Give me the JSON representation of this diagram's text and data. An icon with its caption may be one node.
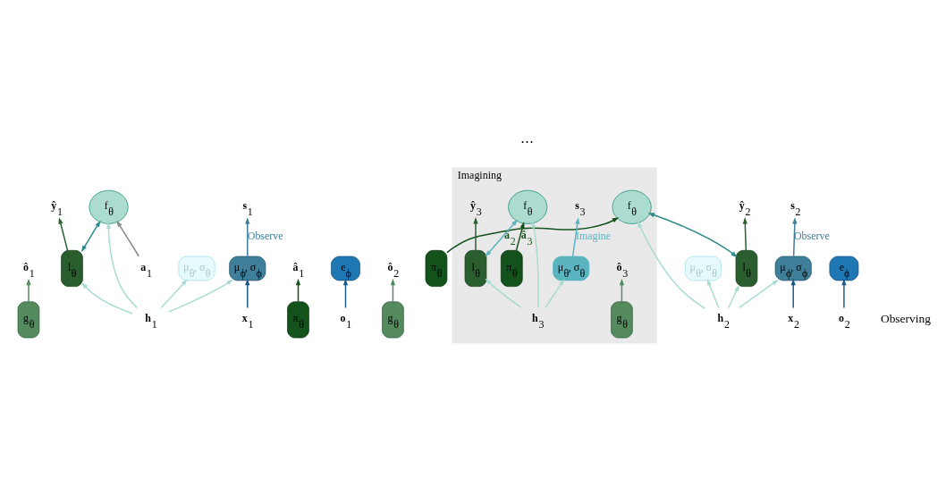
{
  "diagram": {
    "nodes": [
      {
        "text": [
          "g$_{θ}$"
        ]
      },
      {
        "text": [
          "l$_{θ}$"
        ]
      },
      {
        "text": [
          "π$_{θ}$"
        ]
      },
      {
        "text": [
          "**ô**$_{1}$"
        ]
      },
      {
        "text": [
          "**ŷ**$_{1}$"
        ]
      },
      {
        "text": [
          "**â**$_{1}$"
        ]
      },
      {
        "text": [
          "**h**$_{1}$"
        ]
      },
      {
        "text": [
          "μ$_{θ}$, σ$_{θ}$"
        ]
      },
      {
        "text": [
          "μ$_{ϕ}$, σ$_{ϕ}$"
        ]
      },
      {
        "text": [
          "**s**$_{1}$"
        ]
      },
      {
        "text": [
          "**x**$_{1}$"
        ]
      },
      {
        "text": [
          "e$_{ϕ}$"
        ]
      },
      {
        "text": [
          "**o**$_{1}$"
        ]
      },
      {
        "text": [
          "f$_{θ}$"
        ]
      },
      {
        "text": [
          "**a**$_{1}$"
        ]
      },
      {
        "text": [
          "g$_{θ}$"
        ]
      },
      {
        "text": [
          "l$_{θ}$"
        ]
      },
      {
        "text": [
          "π$_{θ}$"
        ]
      },
      {
        "text": [
          "**ô**$_{2}$"
        ]
      },
      {
        "text": [
          "**ŷ**$_{2}$"
        ]
      },
      {
        "text": [
          "**h**$_{2}$"
        ]
      },
      {
        "text": [
          "μ$_{θ}$, σ$_{θ}$"
        ]
      },
      {
        "text": [
          "μ$_{ϕ}$, σ$_{ϕ}$"
        ]
      },
      {
        "text": [
          "**s**$_{2}$"
        ]
      },
      {
        "text": [
          "**x**$_{2}$"
        ]
      },
      {
        "text": [
          "e$_{ϕ}$"
        ]
      },
      {
        "text": [
          "**o**$_{2}$"
        ]
      },
      {
        "text": [
          "Imagining"
        ]
      },
      {
        "text": [
          "f$_{θ}$"
        ],
        "in": 27
      },
      {
        "text": [
          "g$_{θ}$"
        ],
        "in": 27
      },
      {
        "text": [
          "l$_{θ}$"
        ],
        "in": 27
      },
      {
        "text": [
          "π$_{θ}$"
        ],
        "in": 27
      },
      {
        "text": [
          "**ô**$_{3}$"
        ],
        "in": 27
      },
      {
        "text": [
          "**ŷ**$_{3}$"
        ],
        "in": 27
      },
      {
        "text": [
          "**h**$_{3}$"
        ],
        "in": 27
      },
      {
        "text": [
          "μ$_{θ}$, σ$_{θ}$"
        ],
        "in": 27
      },
      {
        "text": [
          "**s**$_{3}$"
        ],
        "in": 27
      },
      {
        "text": [
          "f$_{θ}$"
        ],
        "in": 27
      }
    ],
    "edges": [
      {
        "from": 0,
        "to": 3,
        "arrow": "to",
        "color": "#548a5e"
      },
      {
        "from": 1,
        "to": 4,
        "arrow": "to",
        "color": "#2a5e2e"
      },
      {
        "from": 2,
        "to": 5,
        "arrow": "to",
        "color": "#14521c"
      },
      {
        "from": 6,
        "to": 1,
        "arrow": "to"
      },
      {
        "from": 6,
        "to": 13,
        "arrow": "to"
      },
      {
        "from": 6,
        "to": 7,
        "arrow": "to"
      },
      {
        "from": 6,
        "to": 8,
        "arrow": "to"
      },
      {
        "from": 8,
        "to": 9,
        "arrow": "to",
        "label": "Observe",
        "color": "#3f7f99"
      },
      {
        "from": 10,
        "to": 8,
        "arrow": "to",
        "color": "#1a5a8a"
      },
      {
        "from": 12,
        "to": 11,
        "arrow": "to",
        "color": "#1a5a8a"
      },
      {
        "from": 1,
        "to": 13,
        "arrow": "both",
        "color": "#2e8a8a"
      },
      {
        "from": 14,
        "to": 13,
        "arrow": "to",
        "color": "#888888"
      },
      {
        "from": 15,
        "to": 18,
        "arrow": "to",
        "color": "#548a5e"
      },
      {
        "from": 16,
        "to": 19,
        "arrow": "to",
        "color": "#2a5e2e"
      },
      {
        "from": 17,
        "to": 28,
        "arrow": "to",
        "label": "**â**$_{2}$",
        "color": "#14521c"
      },
      {
        "from": 20,
        "to": 16,
        "arrow": "to"
      },
      {
        "from": 20,
        "to": 28,
        "arrow": "to"
      },
      {
        "from": 20,
        "to": 21,
        "arrow": "to"
      },
      {
        "from": 20,
        "to": 22,
        "arrow": "to"
      },
      {
        "from": 22,
        "to": 23,
        "arrow": "to",
        "label": "Observe",
        "color": "#3f7f99"
      },
      {
        "from": 24,
        "to": 22,
        "arrow": "to",
        "color": "#1a5a8a"
      },
      {
        "from": 26,
        "to": 25,
        "arrow": "to",
        "color": "#1a5a8a"
      },
      {
        "from": 16,
        "to": 28,
        "arrow": "both",
        "color": "#2e8a8a"
      },
      {
        "from": 29,
        "to": 32,
        "arrow": "to",
        "color": "#548a5e"
      },
      {
        "from": 30,
        "to": 33,
        "arrow": "to",
        "color": "#2a5e2e"
      },
      {
        "from": 31,
        "to": 37,
        "arrow": "to",
        "label": "**â**$_{3}$",
        "color": "#14521c"
      },
      {
        "from": 34,
        "to": 30,
        "arrow": "to"
      },
      {
        "from": 34,
        "to": 37,
        "arrow": "to"
      },
      {
        "from": 34,
        "to": 35,
        "arrow": "to"
      },
      {
        "from": 35,
        "to": 36,
        "arrow": "to",
        "label": "Imagine",
        "color": "#5ab4c0"
      },
      {
        "from": 30,
        "to": 37,
        "arrow": "both",
        "color": "#5ab4c0"
      }
    ],
    "labels": [
      "⋯",
      "Observing"
    ]
  }
}
